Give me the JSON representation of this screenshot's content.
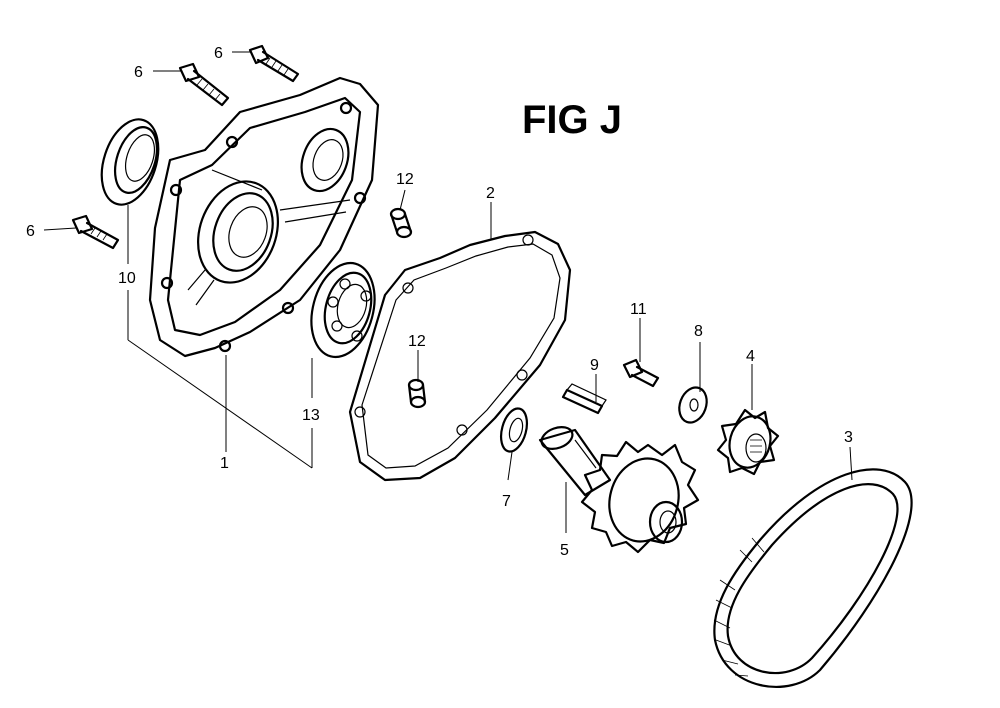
{
  "figure": {
    "title": "FIG J"
  },
  "callouts": {
    "c1": "1",
    "c2": "2",
    "c3": "3",
    "c4": "4",
    "c5": "5",
    "c6a": "6",
    "c6b": "6",
    "c6c": "6",
    "c7": "7",
    "c8": "8",
    "c9": "9",
    "c10": "10",
    "c11": "11",
    "c12a": "12",
    "c12b": "12",
    "c13": "13"
  }
}
